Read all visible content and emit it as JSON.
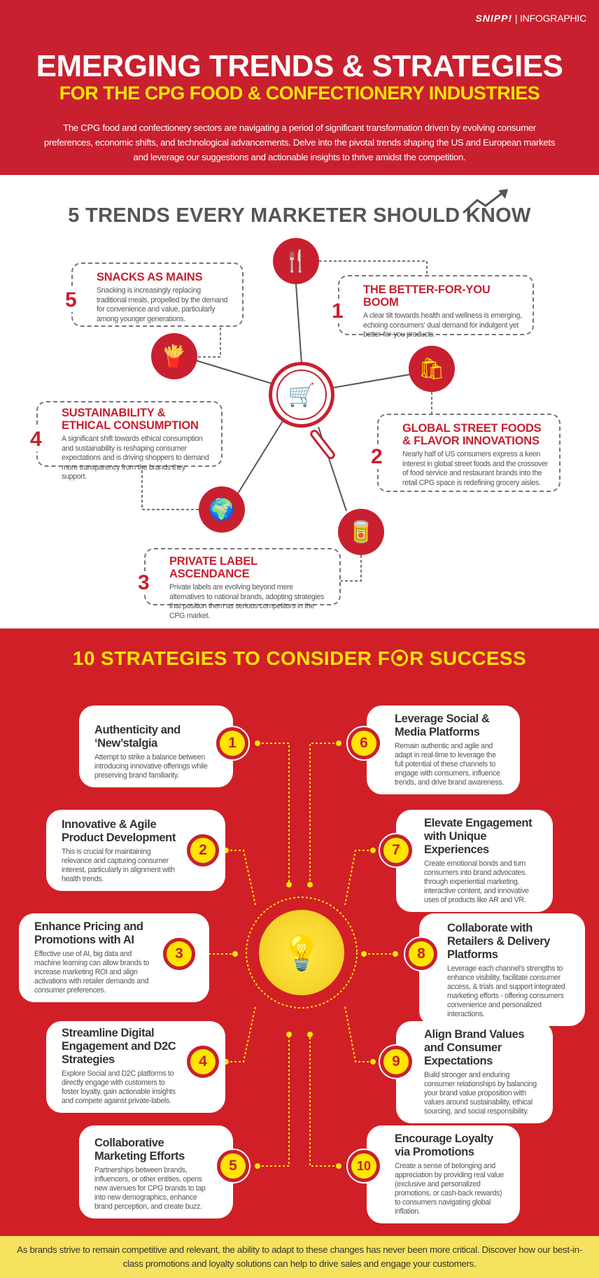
{
  "header": {
    "brand": "SNIPP!",
    "brand_suffix": "| INFOGRAPHIC",
    "title": "EMERGING TRENDS & STRATEGIES",
    "subtitle": "FOR THE CPG FOOD & CONFECTIONERY INDUSTRIES",
    "intro": "The CPG food and confectionery sectors are navigating a period of significant transformation driven by evolving consumer preferences, economic shifts, and technological advancements. Delve into the pivotal trends shaping the US and European markets and leverage our suggestions and actionable insights to thrive amidst the competition."
  },
  "trends": {
    "title": "5 TRENDS EVERY MARKETER SHOULD KNOW",
    "items": [
      {
        "num": "1",
        "title": "THE BETTER-FOR-YOU BOOM",
        "text": "A clear tilt towards health and wellness is emerging, echoing consumers' dual demand for indulgent yet better-for-you products.",
        "icon": "fork-leaf-icon"
      },
      {
        "num": "2",
        "title": "GLOBAL STREET FOODS & FLAVOR INNOVATIONS",
        "text": "Nearly half of US consumers express a keen interest in global street foods and the crossover of food service and restaurant brands into the retail CPG space is redefining grocery aisles.",
        "icon": "food-cart-icon"
      },
      {
        "num": "3",
        "title": "PRIVATE LABEL ASCENDANCE",
        "text": "Private labels are evolving beyond mere alternatives to national brands, adopting strategies that position them as serious competitors in the CPG market.",
        "icon": "grocery-products-icon"
      },
      {
        "num": "4",
        "title": "SUSTAINABILITY & ETHICAL CONSUMPTION",
        "text": "A significant shift towards ethical consumption and sustainability is reshaping consumer expectations and is driving shoppers to demand more transparency from the brands they support.",
        "icon": "globe-leaf-icon"
      },
      {
        "num": "5",
        "title": "SNACKS AS MAINS",
        "text": "Snacking is increasingly replacing traditional meals, propelled by the demand for convenience and value, particularly among younger generations.",
        "icon": "snack-cloche-icon"
      }
    ]
  },
  "strategies": {
    "title_before": "10 STRATEGIES TO CONSIDER F",
    "title_after": "R SUCCESS",
    "items": [
      {
        "num": "1",
        "title": "Authenticity and ‘New’stalgia",
        "text": "Attempt to strike a balance between introducing innovative offerings while preserving brand familiarity."
      },
      {
        "num": "2",
        "title": "Innovative & Agile Product Development",
        "text": "This is crucial for maintaining relevance and capturing consumer interest, particularly in alignment with health trends."
      },
      {
        "num": "3",
        "title": "Enhance Pricing and Promotions with AI",
        "text": "Effective use of AI, big data and machine learning can allow brands to increase marketing ROI and align activations with retailer demands and consumer preferences."
      },
      {
        "num": "4",
        "title": "Streamline Digital Engagement and D2C Strategies",
        "text": "Explore Social and D2C platforms to directly engage with customers to foster loyalty, gain actionable insights and compete against private-labels."
      },
      {
        "num": "5",
        "title": "Collaborative Marketing Efforts",
        "text": "Partnerships between brands, influencers, or other entities, opens new avenues for CPG brands to tap into new demographics, enhance brand perception, and create buzz."
      },
      {
        "num": "6",
        "title": "Leverage Social & Media Platforms",
        "text": "Remain authentic and agile and adapt in real-time to leverage the full potential of these channels to engage with consumers, influence trends, and drive brand awareness."
      },
      {
        "num": "7",
        "title": "Elevate Engagement with Unique Experiences",
        "text": "Create emotional bonds and turn consumers into brand advocates. through experiential marketing, interactive content, and innovative uses of products like AR and VR."
      },
      {
        "num": "8",
        "title": "Collaborate with Retailers & Delivery Platforms",
        "text": "Leverage each channel's strengths to enhance visibility, facilitate consumer access, & trials and support integrated marketing efforts - offering consumers convenience and personalized interactions."
      },
      {
        "num": "9",
        "title": "Align Brand Values and Consumer Expectations",
        "text": "Build stronger and enduring consumer relationships by balancing your brand value proposition with values around sustainability, ethical sourcing, and social responsibility."
      },
      {
        "num": "10",
        "title": "Encourage Loyalty via Promotions",
        "text": "Create a sense of belonging and appreciation by providing real value (exclusive and personalized promotions, or cash-back rewards) to consumers navigating global inflation."
      }
    ]
  },
  "footer": {
    "text": "As brands strive to remain competitive and relevant, the ability to adapt to these changes has never been more critical. Discover how our best-in-class promotions and loyalty solutions can help to drive sales and engage your customers."
  },
  "colors": {
    "red": "#C8202F",
    "red_bg": "#D01F26",
    "yellow": "#FFE500",
    "footer_yellow": "#F5E35F",
    "text": "#555555"
  }
}
